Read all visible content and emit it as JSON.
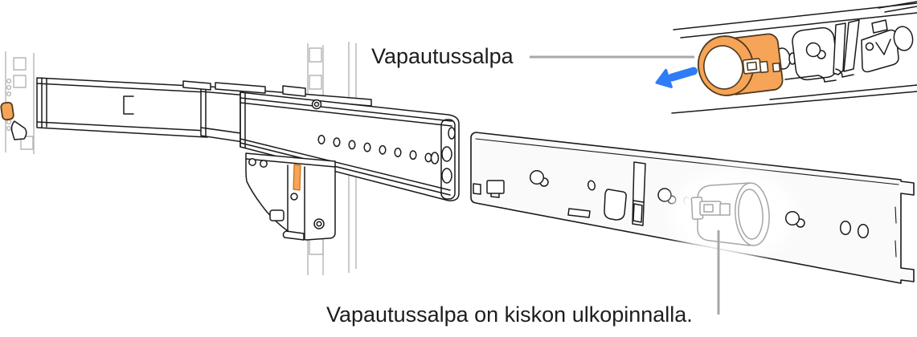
{
  "labels": {
    "release_latch": "Vapautussalpa",
    "latch_location": "Vapautussalpa on kiskon ulkopinnalla."
  },
  "icons": {
    "arrow": "left-arrow-icon",
    "arrow_direction": "left"
  },
  "colors": {
    "highlight_orange": "#f6a457",
    "orange_outline": "#513a20",
    "orange_strip_outline": "#c26f14",
    "arrow_blue": "#2e7cf6",
    "callout_gray": "#a8a8a8",
    "latch_gray": "#a5a5a5",
    "rack_post_gray": "#b5b5b5",
    "outline_dark": "#1a1a1a",
    "panel_fill": "#fafafa",
    "background": "#ffffff",
    "text": "#1d1d1f"
  }
}
